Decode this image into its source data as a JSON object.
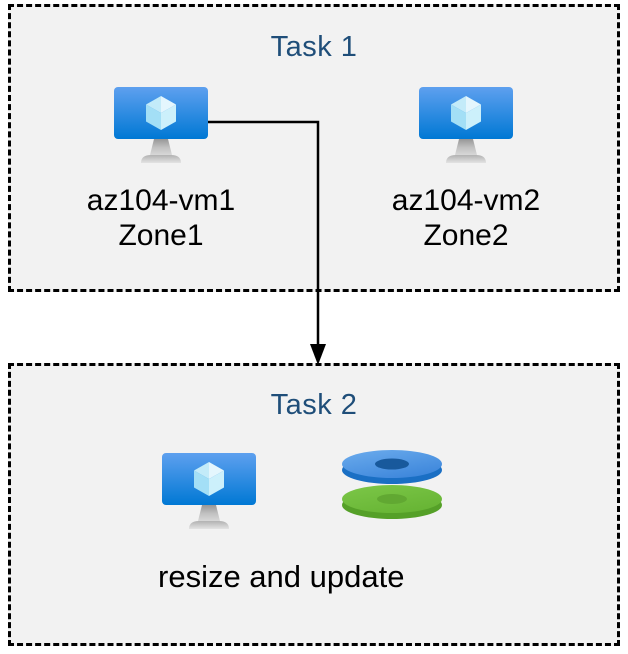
{
  "colors": {
    "background": "#ffffff",
    "box_fill": "#f2f2f2",
    "box_border": "#000000",
    "title_text": "#1f4e79",
    "body_text": "#000000",
    "vm_screen_top": "#5ea0ef",
    "vm_screen_bottom": "#0078d4",
    "disk_blue": "#4a95e5",
    "disk_blue_side": "#1a6fc4",
    "disk_green": "#72bf3e",
    "disk_green_side": "#55a028"
  },
  "task1": {
    "title": "Task 1",
    "vms": [
      {
        "name": "az104-vm1",
        "zone": "Zone1",
        "icon": "virtual-machine-icon"
      },
      {
        "name": "az104-vm2",
        "zone": "Zone2",
        "icon": "virtual-machine-icon"
      }
    ]
  },
  "connector": {
    "type": "elbow-arrow",
    "from": "az104-vm1",
    "to": "Task 2"
  },
  "task2": {
    "title": "Task 2",
    "caption": "resize and update",
    "icons": [
      "virtual-machine-icon",
      "disks-icon"
    ]
  }
}
